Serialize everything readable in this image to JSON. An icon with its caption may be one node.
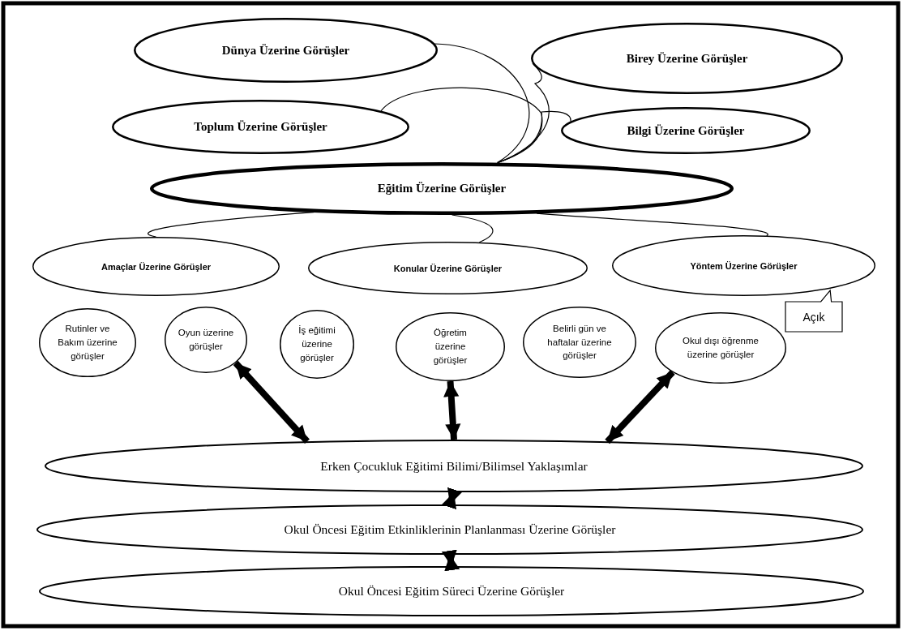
{
  "diagram": {
    "nodes": [
      {
        "text": [
          "Dünya Üzerine Görüşler"
        ]
      },
      {
        "text": [
          "Birey Üzerine Görüşler"
        ]
      },
      {
        "text": [
          "Toplum Üzerine Görüşler"
        ]
      },
      {
        "text": [
          "Bilgi Üzerine Görüşler"
        ]
      },
      {
        "text": [
          "Eğitim Üzerine Görüşler"
        ]
      },
      {
        "text": [
          "Amaçlar Üzerine Görüşler"
        ]
      },
      {
        "text": [
          "Konular Üzerine Görüşler"
        ]
      },
      {
        "text": [
          "Yöntem Üzerine Görüşler"
        ]
      },
      {
        "text": [
          "Açık"
        ]
      },
      {
        "text": [
          "Rutinler ve Bakım üzerine görüşler"
        ]
      },
      {
        "text": [
          "Oyun üzerine görüşler"
        ]
      },
      {
        "text": [
          "İş eğitimi üzerine görüşler"
        ]
      },
      {
        "text": [
          "Öğretim üzerine görüşler"
        ]
      },
      {
        "text": [
          "Belirli gün ve haftalar üzerine görüşler"
        ]
      },
      {
        "text": [
          "Okul dışı öğrenme üzerine görüşler"
        ]
      },
      {
        "text": [
          "Erken Çocukluk Eğitimi Bilimi/Bilimsel Yaklaşımlar"
        ]
      },
      {
        "text": [
          "Okul Öncesi Eğitim Etkinliklerinin Planlanması Üzerine Görüşler"
        ]
      },
      {
        "text": [
          "Okul Öncesi Eğitim Süreci Üzerine Görüşler"
        ]
      }
    ],
    "edges": [
      {
        "from": 0,
        "to": 4,
        "arrow": "none"
      },
      {
        "from": 1,
        "to": 4,
        "arrow": "none"
      },
      {
        "from": 2,
        "to": 4,
        "arrow": "none"
      },
      {
        "from": 3,
        "to": 4,
        "arrow": "none"
      },
      {
        "from": 4,
        "to": 5,
        "arrow": "none"
      },
      {
        "from": 4,
        "to": 6,
        "arrow": "none"
      },
      {
        "from": 4,
        "to": 7,
        "arrow": "none"
      },
      {
        "from": 10,
        "to": 15,
        "arrow": "both",
        "style": "thick"
      },
      {
        "from": 12,
        "to": 15,
        "arrow": "both",
        "style": "thick"
      },
      {
        "from": 14,
        "to": 15,
        "arrow": "both",
        "style": "thick"
      },
      {
        "from": 15,
        "to": 16,
        "arrow": "both",
        "style": "thick"
      },
      {
        "from": 16,
        "to": 17,
        "arrow": "both",
        "style": "thick"
      }
    ]
  }
}
